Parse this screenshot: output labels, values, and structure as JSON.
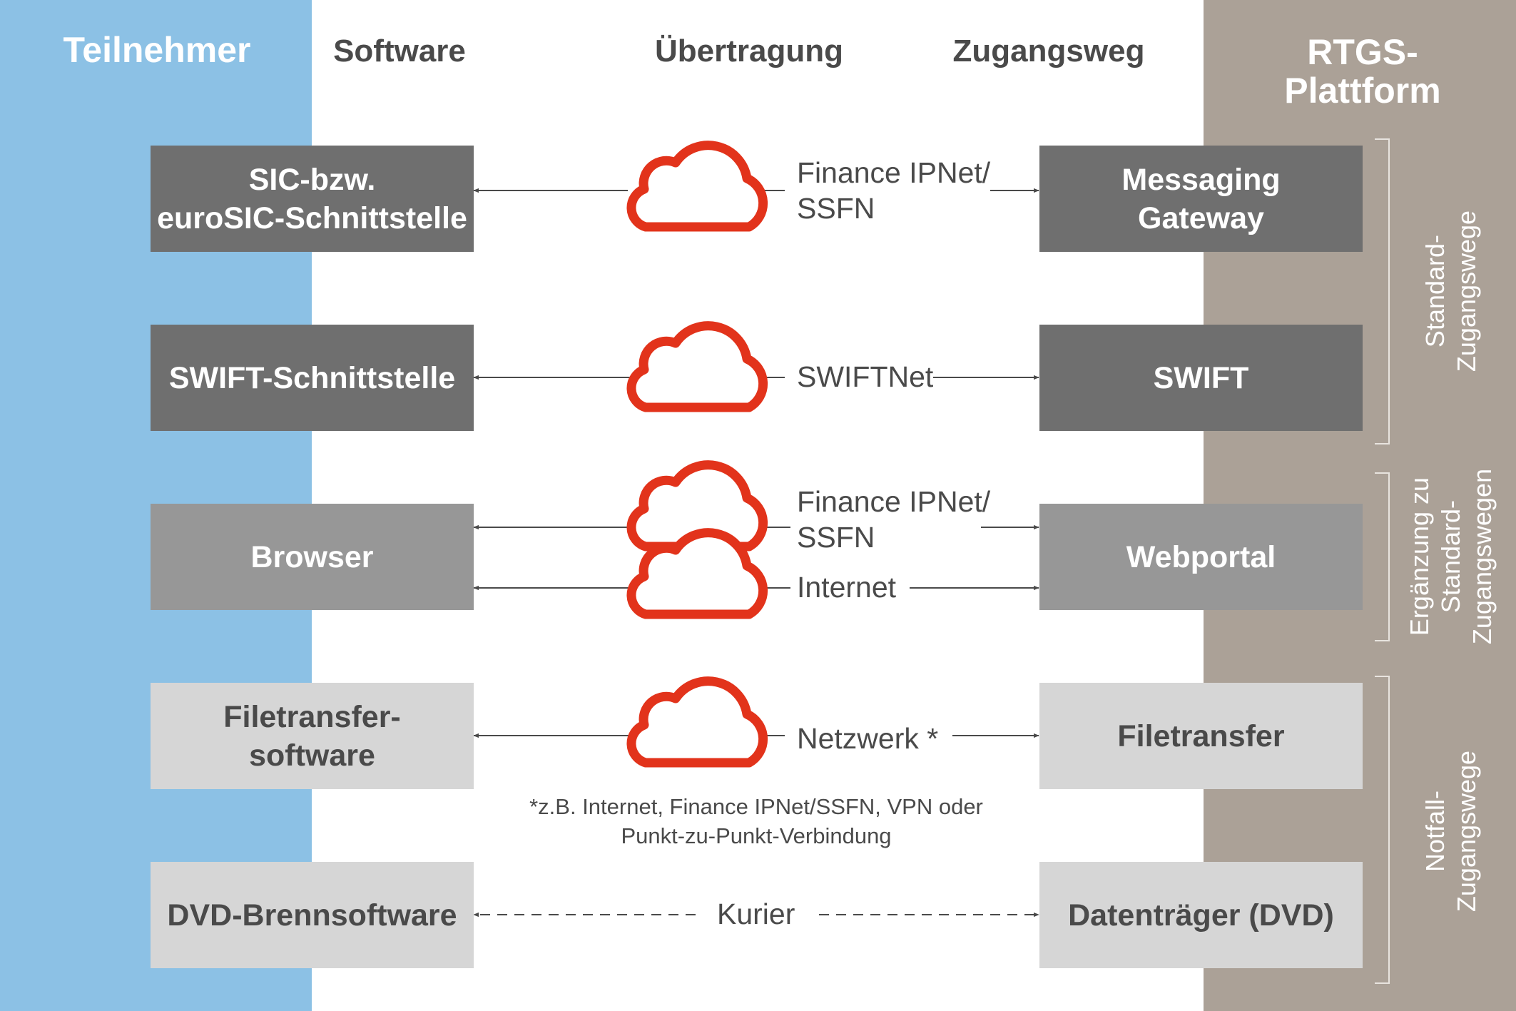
{
  "columns": {
    "participants": "Teilnehmer",
    "software": "Software",
    "transmission": "Übertragung",
    "access_route": "Zugangsweg",
    "rtgs_platform": "RTGS-\nPlattform"
  },
  "rows": [
    {
      "software": "SIC-bzw.\neuroSIC-Schnittstelle",
      "connection": "Finance IPNet/\nSSFN",
      "access": "Messaging\nGateway"
    },
    {
      "software": "SWIFT-Schnittstelle",
      "connection": "SWIFTNet",
      "access": "SWIFT"
    },
    {
      "software": "Browser",
      "connection": "Finance IPNet/\nSSFN",
      "connection_2": "Internet",
      "access": "Webportal"
    },
    {
      "software": "Filetransfer-\nsoftware",
      "connection": "Netzwerk *",
      "access": "Filetransfer"
    },
    {
      "software": "DVD-Brennsoftware",
      "connection": "Kurier",
      "access": "Datenträger (DVD)"
    }
  ],
  "footnote": "*z.B. Internet, Finance IPNet/SSFN, VPN oder\nPunkt-zu-Punkt-Verbindung",
  "groups": {
    "standard": "Standard-\nZugangswege",
    "supplement": "Ergänzung zu\nStandard-\nZugangswegen",
    "emergency": "Notfall-\nZugangswege"
  },
  "colors": {
    "participants_band": "#8cc1e5",
    "platform_band": "#aba197",
    "cloud": "#e2331b",
    "box_dark": "#6f6f6f",
    "box_mid": "#979797",
    "box_light": "#d6d6d6",
    "text_dark": "#4a4a4a"
  },
  "icons": {
    "cloud": "cloud-icon",
    "arrow": "arrowhead"
  }
}
